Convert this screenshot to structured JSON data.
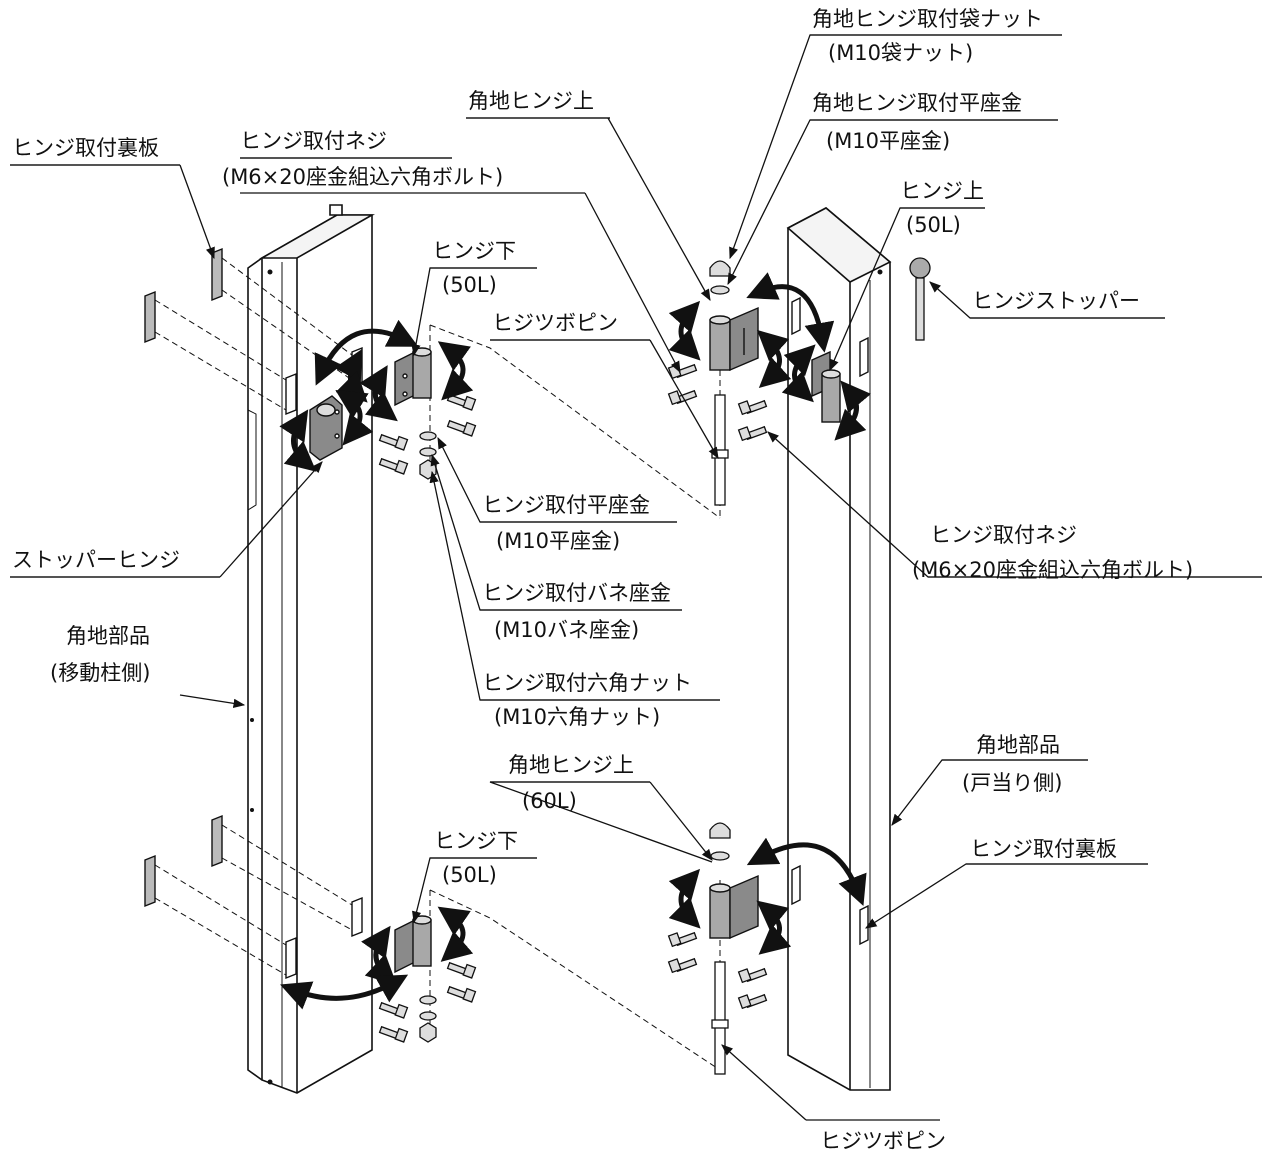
{
  "labels": {
    "top_cap_nut": "角地ヒンジ取付袋ナット",
    "top_cap_nut_spec": "(M10袋ナット)",
    "corner_hinge_upper_top": "角地ヒンジ上",
    "corner_flat_washer": "角地ヒンジ取付平座金",
    "corner_flat_washer_spec": "(M10平座金)",
    "hinge_upper_right": "ヒンジ上",
    "hinge_upper_right_spec": "(50L)",
    "hinge_stopper": "ヒンジストッパー",
    "back_plate_left": "ヒンジ取付裏板",
    "hinge_screw_left": "ヒンジ取付ネジ",
    "hinge_screw_left_spec": "(M6×20座金組込六角ボルト)",
    "hinge_lower_top": "ヒンジ下",
    "hinge_lower_top_spec": "(50L)",
    "pivot_pin_top": "ヒジツボピン",
    "hinge_flat_washer": "ヒンジ取付平座金",
    "hinge_flat_washer_spec": "(M10平座金)",
    "stopper_hinge": "ストッパーヒンジ",
    "hinge_screw_right": "ヒンジ取付ネジ",
    "hinge_screw_right_spec": "(M6×20座金組込六角ボルト)",
    "spring_washer": "ヒンジ取付バネ座金",
    "spring_washer_spec": "(M10バネ座金)",
    "corner_part_moving": "角地部品",
    "corner_part_moving_spec": "(移動柱側)",
    "hex_nut": "ヒンジ取付六角ナット",
    "hex_nut_spec": "(M10六角ナット)",
    "corner_hinge_upper_bottom": "角地ヒンジ上",
    "corner_hinge_upper_bottom_spec": "(60L)",
    "corner_part_stop": "角地部品",
    "corner_part_stop_spec": "(戸当り側)",
    "hinge_lower_bottom": "ヒンジ下",
    "hinge_lower_bottom_spec": "(50L)",
    "back_plate_right": "ヒンジ取付裏板",
    "pivot_pin_bottom": "ヒジツボピン"
  }
}
